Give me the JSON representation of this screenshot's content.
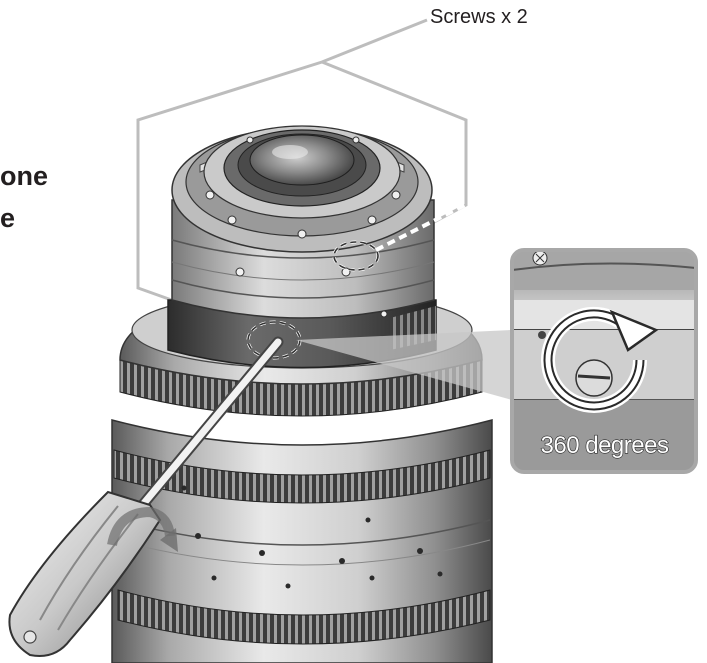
{
  "callout": {
    "screws_label": "Screws x 2"
  },
  "heading": {
    "line1": "one",
    "line2": "e"
  },
  "inset": {
    "rotation_label": "360 degrees"
  },
  "colors": {
    "leader_line": "#b9b9b9",
    "lens_dark": "#3a3a3a",
    "lens_mid": "#9a9a9a",
    "lens_light": "#e4e4e4",
    "inset_frame": "#a8a8a8"
  }
}
